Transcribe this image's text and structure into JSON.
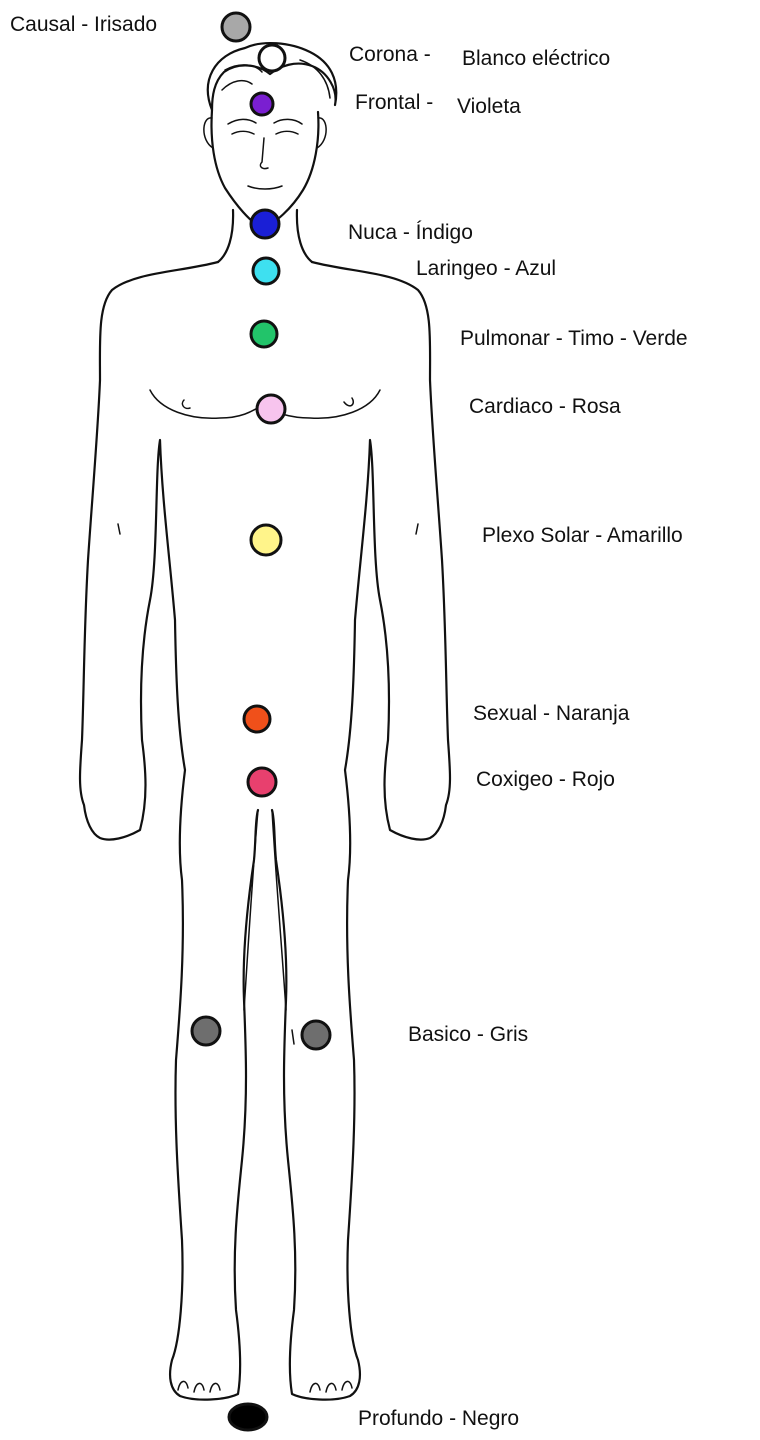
{
  "figure": {
    "labels": {
      "causal": "Causal - Irisado",
      "corona_a": "Corona -",
      "corona_b": "Blanco eléctrico",
      "frontal_a": "Frontal -",
      "frontal_b": "Violeta",
      "nuca": "Nuca - Índigo",
      "laringeo": "Laringeo - Azul",
      "pulmonar": "Pulmonar - Timo - Verde",
      "cardiaco": "Cardiaco - Rosa",
      "plexo": "Plexo Solar - Amarillo",
      "sexual": "Sexual - Naranja",
      "coxigeo": "Coxigeo - Rojo",
      "basico": "Basico - Gris",
      "profundo": "Profundo - Negro"
    },
    "colors": {
      "causal": "#a8a8a8",
      "corona": "#ffffff",
      "frontal": "#7a1fd1",
      "nuca": "#1a1fd6",
      "laringeo": "#3ee0f0",
      "pulmonar": "#22c46a",
      "cardiaco": "#f7c4ee",
      "plexo": "#fff48a",
      "sexual": "#f0501a",
      "coxigeo": "#e8406e",
      "basico": "#6e6e6e",
      "profundo": "#000000"
    }
  }
}
